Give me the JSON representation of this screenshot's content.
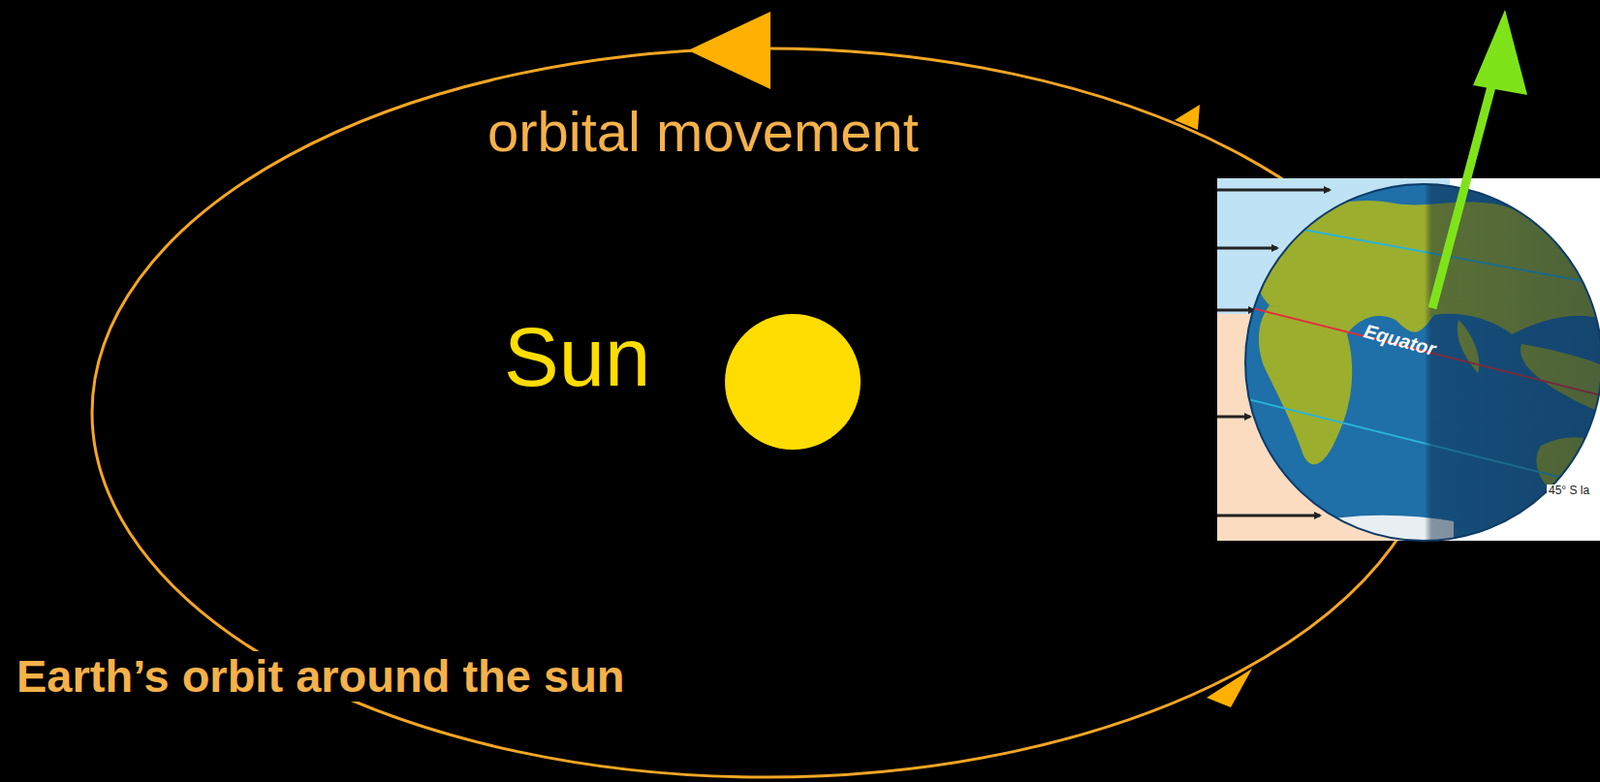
{
  "diagram": {
    "labels": [
      "orbital movement",
      "Sun",
      "Earth’s orbit around the sun",
      "Equator",
      "45° S la"
    ]
  }
}
